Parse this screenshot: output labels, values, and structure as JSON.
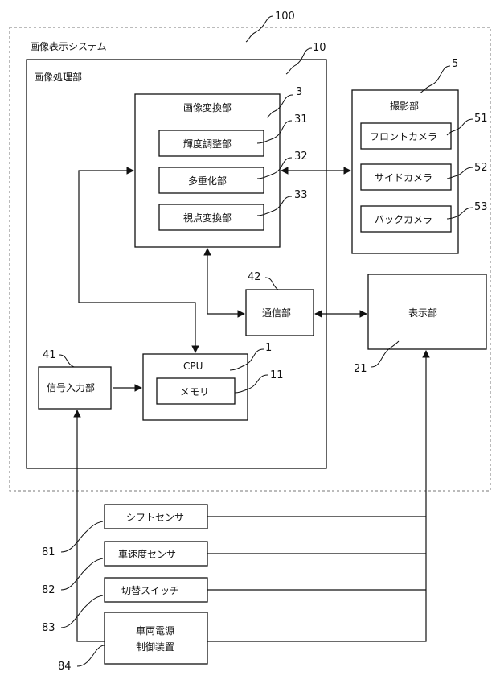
{
  "labels": {
    "system_number": "100",
    "system_title": "画像表示システム",
    "processing_number": "10",
    "processing_title": "画像処理部",
    "conversion_number": "3",
    "conversion_title": "画像変換部",
    "brightness_number": "31",
    "brightness": "輝度調整部",
    "multiplex_number": "32",
    "multiplex": "多重化部",
    "viewpoint_number": "33",
    "viewpoint": "視点変換部",
    "camera_number": "5",
    "camera_title": "撮影部",
    "front_camera_number": "51",
    "front_camera": "フロントカメラ",
    "side_camera_number": "52",
    "side_camera": "サイドカメラ",
    "back_camera_number": "53",
    "back_camera": "バックカメラ",
    "comm_number": "42",
    "comm": "通信部",
    "display_number": "21",
    "display": "表示部",
    "cpu_number": "1",
    "cpu": "CPU",
    "memory_number": "11",
    "memory": "メモリ",
    "signal_input_number": "41",
    "signal_input": "信号入力部",
    "shift_sensor_number": "81",
    "shift_sensor": "シフトセンサ",
    "speed_sensor_number": "82",
    "speed_sensor": "車速度センサ",
    "switch_number": "83",
    "switch": "切替スイッチ",
    "power_control_number": "84",
    "power_control_line1": "車両電源",
    "power_control_line2": "制御装置"
  }
}
